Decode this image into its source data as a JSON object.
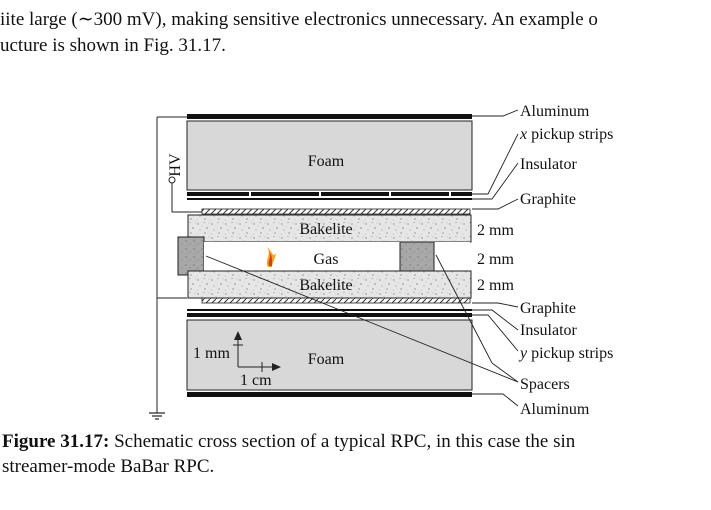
{
  "body_text": {
    "line1": "iite large (∼300 mV), making sensitive electronics unnecessary.  An example o",
    "line2": "ucture is shown in Fig. 31.17."
  },
  "figure": {
    "hv_label": "HV",
    "foam_top": "Foam",
    "bakelite_top": "Bakelite",
    "gas": "Gas",
    "bakelite_bottom": "Bakelite",
    "foam_bottom": "Foam",
    "scale_mm": "1 mm",
    "scale_cm": "1 cm",
    "gap_top": "2 mm",
    "gap_mid": "2 mm",
    "gap_bottom": "2 mm",
    "right_labels": {
      "aluminum_top": "Aluminum",
      "x_pickup_var": "x",
      "x_pickup_rest": " pickup strips",
      "insulator_top": "Insulator",
      "graphite_top": "Graphite",
      "graphite_bottom": "Graphite",
      "insulator_bottom": "Insulator",
      "y_pickup_var": "y",
      "y_pickup_rest": " pickup strips",
      "spacers": "Spacers",
      "aluminum_bottom": "Aluminum"
    }
  },
  "caption": {
    "label": "Figure 31.17:",
    "text1": " Schematic cross section of a typical RPC, in this case the sin",
    "text2": "streamer-mode BaBar RPC."
  }
}
